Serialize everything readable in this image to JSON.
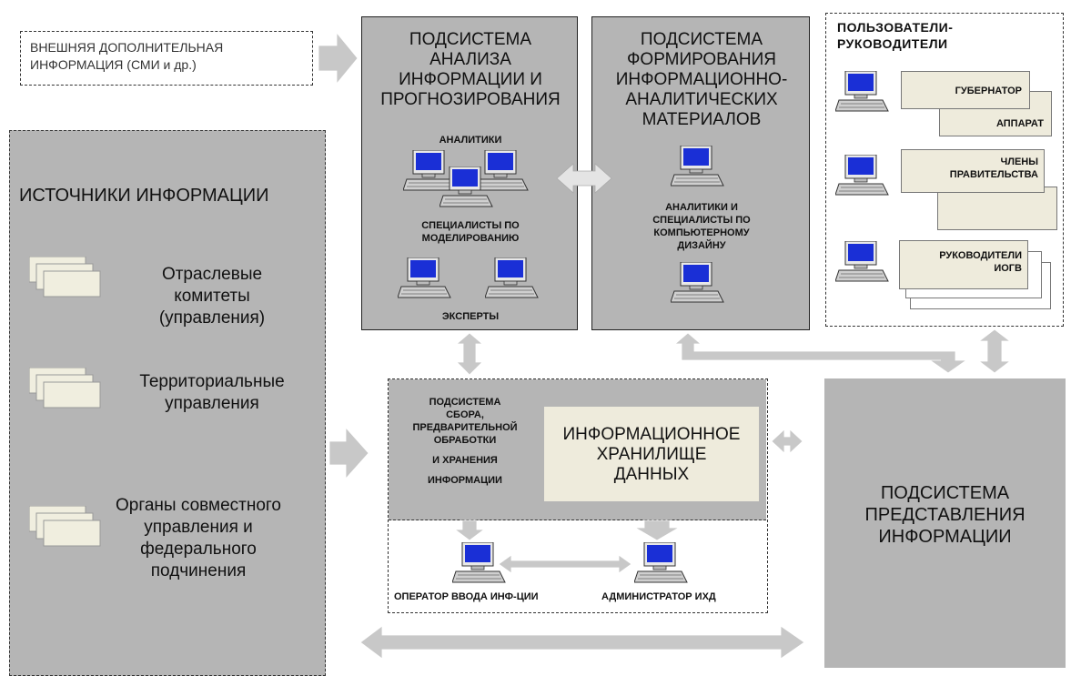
{
  "external_info": {
    "line1": "ВНЕШНЯЯ ДОПОЛНИТЕЛЬНАЯ",
    "line2": "ИНФОРМАЦИЯ (СМИ и др.)"
  },
  "analysis": {
    "title": [
      "ПОДСИСТЕМА",
      "АНАЛИЗА",
      "ИНФОРМАЦИИ И",
      "ПРОГНОЗИРОВАНИЯ"
    ],
    "analysts": "АНАЛИТИКИ",
    "modelers": [
      "СПЕЦИАЛИСТЫ ПО",
      "МОДЕЛИРОВАНИЮ"
    ],
    "experts": "ЭКСПЕРТЫ"
  },
  "materials": {
    "title": [
      "ПОДСИСТЕМА",
      "ФОРМИРОВАНИЯ",
      "ИНФОРМАЦИОННО-",
      "АНАЛИТИЧЕСКИХ",
      "МАТЕРИАЛОВ"
    ],
    "staff": [
      "АНАЛИТИКИ И",
      "СПЕЦИАЛИСТЫ ПО",
      "КОМПЬЮТЕРНОМУ",
      "ДИЗАЙНУ"
    ]
  },
  "users": {
    "title": [
      "ПОЛЬЗОВАТЕЛИ-",
      "РУКОВОДИТЕЛИ"
    ],
    "governor": "ГУБЕРНАТОР",
    "apparatus": "АППАРАТ",
    "members": [
      "ЧЛЕНЫ",
      "ПРАВИТЕЛЬСТВА"
    ],
    "heads": [
      "РУКОВОДИТЕЛИ",
      "ИОГВ"
    ]
  },
  "sources": {
    "title": "ИСТОЧНИКИ ИНФОРМАЦИИ",
    "item1": [
      "Отраслевые",
      "комитеты",
      "(управления)"
    ],
    "item2": [
      "Территориальные",
      "управления"
    ],
    "item3": [
      "Органы совместного",
      "управления и",
      "федерального",
      "подчинения"
    ]
  },
  "collection": {
    "text": [
      "ПОДСИСТЕМА",
      "СБОРА,",
      "ПРЕДВАРИТЕЛЬНОЙ",
      "ОБРАБОТКИ",
      "И ХРАНЕНИЯ",
      "ИНФОРМАЦИИ"
    ],
    "warehouse": [
      "ИНФОРМАЦИОННОЕ",
      "ХРАНИЛИЩЕ",
      "ДАННЫХ"
    ],
    "operator": "ОПЕРАТОР ВВОДА ИНФ-ЦИИ",
    "admin": "АДМИНИСТРАТОР ИХД"
  },
  "presentation": {
    "title": [
      "ПОДСИСТЕМА",
      "ПРЕДСТАВЛЕНИЯ",
      "ИНФОРМАЦИИ"
    ]
  },
  "colors": {
    "gray_box": "#b5b5b5",
    "arrow": "#c8c8c8",
    "card": "#eeebdc",
    "screen": "#1a2fd6"
  }
}
